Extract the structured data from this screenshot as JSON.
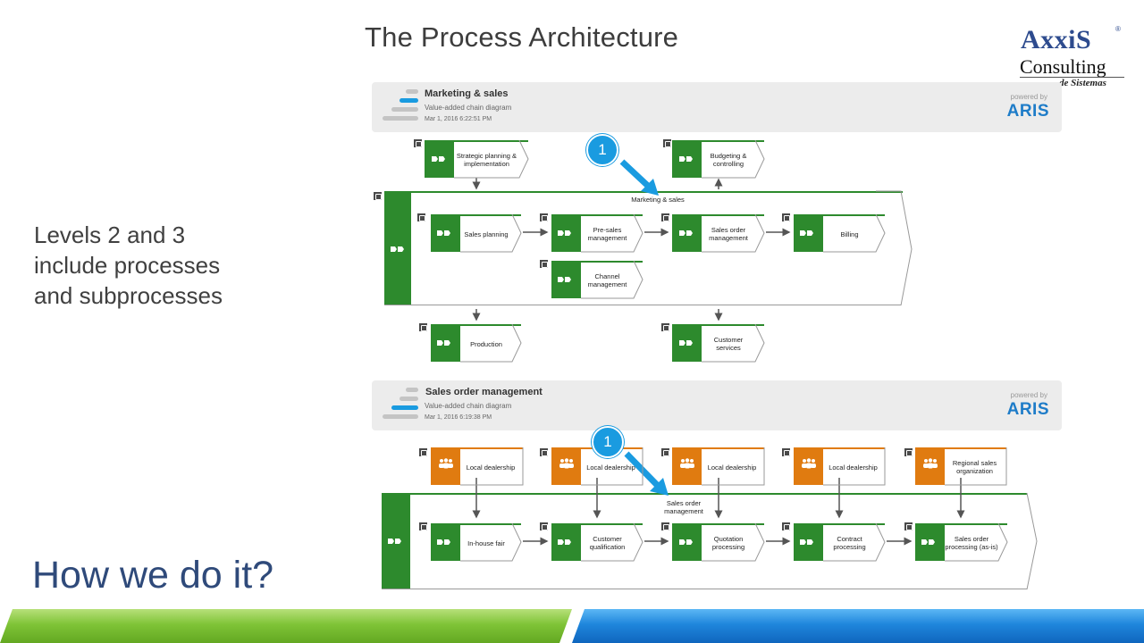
{
  "slide": {
    "title": "The Process Architecture",
    "side_text": [
      "Levels 2 and 3",
      "include processes",
      "and subprocesses"
    ],
    "bottom_title": "How we do it?"
  },
  "logo": {
    "brand": "AxxiS",
    "registered": "®",
    "line2": "Consulting",
    "line3": "de Sistemas"
  },
  "diagram1": {
    "header": {
      "title": "Marketing & sales",
      "subtitle": "Value-added chain diagram",
      "date": "Mar 1, 2016 6:22:51 PM",
      "powered_by": "powered by",
      "brand": "ARIS"
    },
    "frame_title": "Marketing & sales",
    "nodes": {
      "strategic": "Strategic planning & implementation",
      "budgeting": "Budgeting & controlling",
      "sales_planning": "Sales planning",
      "presales": "Pre-sales management",
      "sales_order": "Sales order management",
      "billing": "Billing",
      "channel": "Channel management",
      "production": "Production",
      "customer_services": "Customer services"
    },
    "badge": "1"
  },
  "diagram2": {
    "header": {
      "title": "Sales order management",
      "subtitle": "Value-added chain diagram",
      "date": "Mar 1, 2016 6:19:38 PM",
      "powered_by": "powered by",
      "brand": "ARIS"
    },
    "frame_title": "Sales order management",
    "org_nodes": [
      "Local dealership",
      "Local dealership",
      "Local dealership",
      "Local dealership",
      "Regional sales organization"
    ],
    "process_nodes": [
      "In-house fair",
      "Customer qualification",
      "Quotation processing",
      "Contract processing",
      "Sales order processing (as-is)"
    ],
    "badge": "1"
  },
  "colors": {
    "process_green": "#2d8a2d",
    "org_orange": "#e07b10",
    "aris_blue": "#1e7cc8",
    "badge_blue": "#1a9be0",
    "title_navy": "#2f4a7a"
  },
  "icons": {
    "process": "process-chevron-icon",
    "org": "people-group-icon",
    "assignment": "assignment-icon"
  }
}
